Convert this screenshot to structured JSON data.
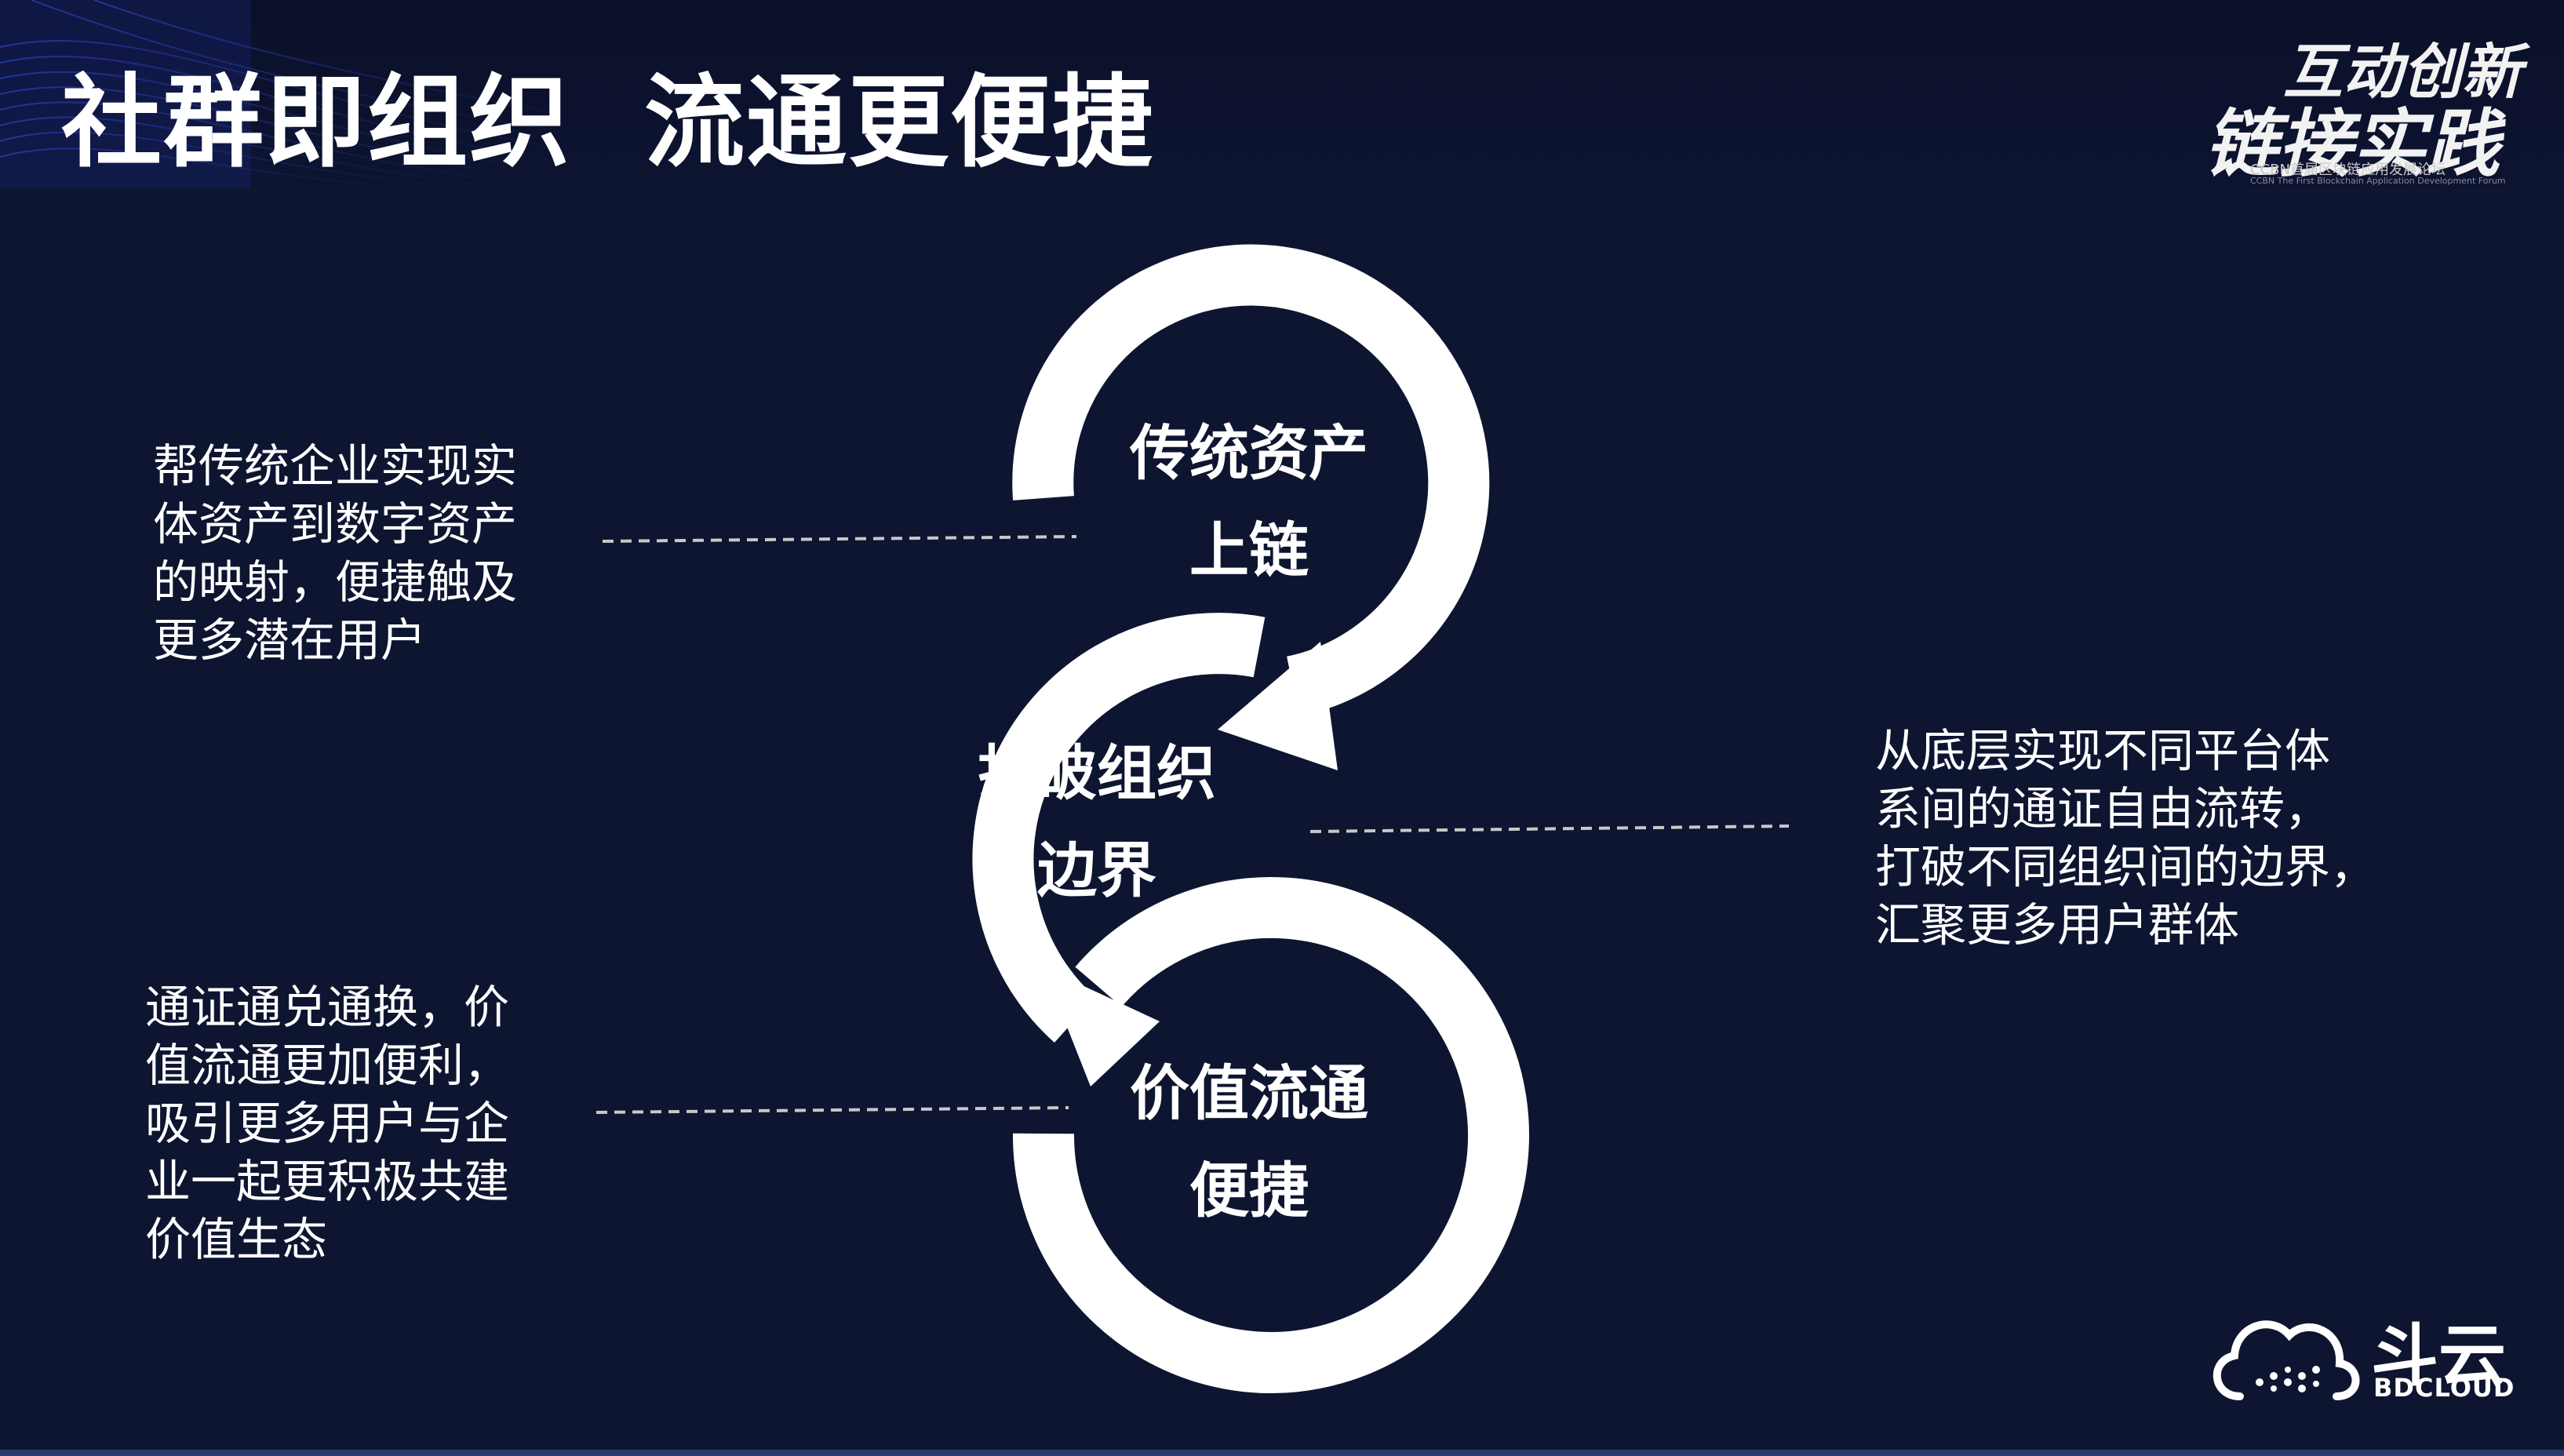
{
  "slide": {
    "title": "社群即组织  流通更便捷",
    "colors": {
      "background": "#0e1530",
      "foreground": "#ffffff",
      "dashed_line": "#c8c8c8"
    }
  },
  "event_logo": {
    "line1": "互动创新",
    "line2": "链接实践",
    "subtitle": "CCBN首届区块链应用发展论坛",
    "subtitle_en": "CCBN The First Blockchain Application Development Forum"
  },
  "diagram": {
    "nodes": [
      {
        "line1": "传统资产",
        "line2": "上链"
      },
      {
        "line1": "打破组织",
        "line2": "边界"
      },
      {
        "line1": "价值流通",
        "line2": "便捷"
      }
    ],
    "descriptions": {
      "top_left": [
        "帮传统企业实现实",
        "体资产到数字资产",
        "的映射，便捷触及",
        "更多潜在用户"
      ],
      "right": [
        "从底层实现不同平台体",
        "系间的通证自由流转，",
        "打破不同组织间的边界，",
        "汇聚更多用户群体"
      ],
      "bottom_left": [
        "通证通兑通换，价",
        "值流通更加便利，",
        "吸引更多用户与企",
        "业一起更积极共建",
        "价值生态"
      ]
    }
  },
  "brand": {
    "name_cn": "斗云",
    "name_en": "BDCLOUD",
    "icon": "cloud-dots-icon"
  }
}
